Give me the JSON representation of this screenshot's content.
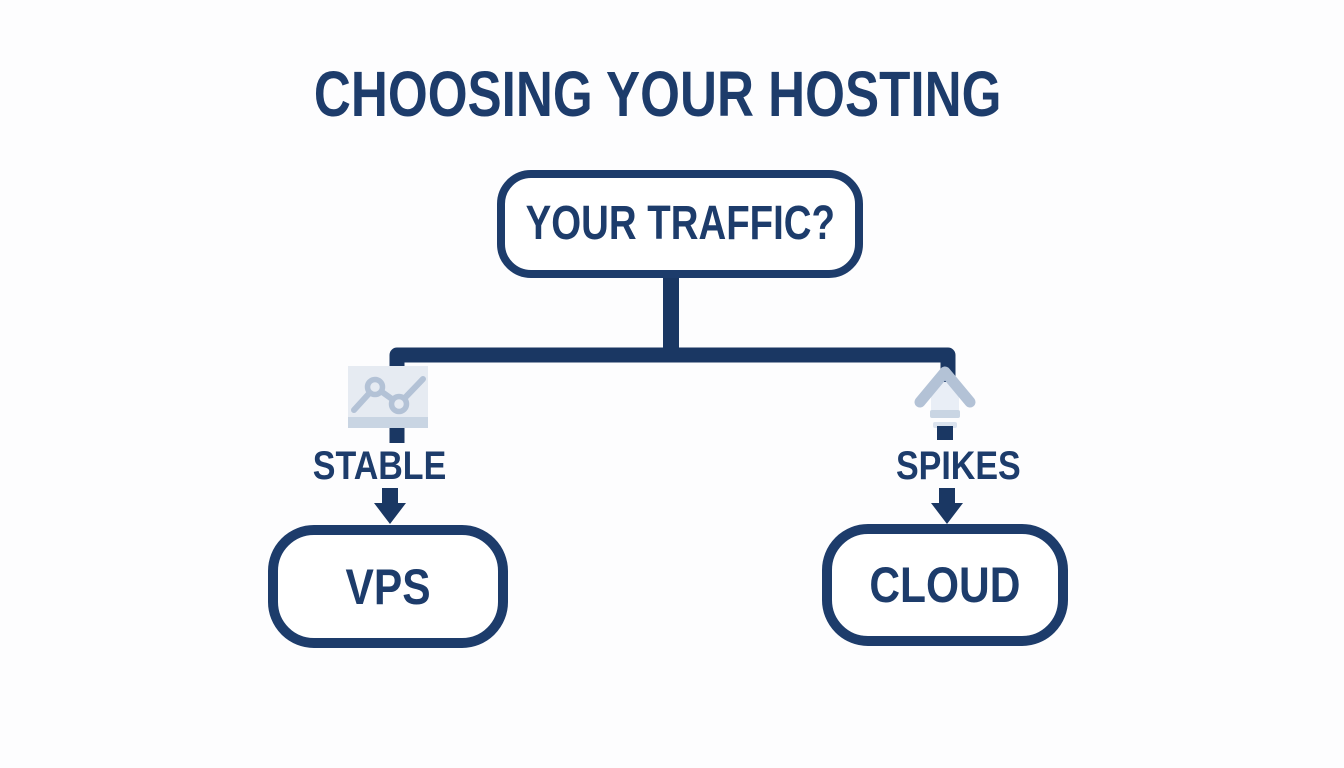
{
  "title": "CHOOSING YOUR HOSTING",
  "root": {
    "label": "YOUR TRAFFIC?"
  },
  "branches": [
    {
      "label": "STABLE",
      "icon": "line-chart-icon",
      "result": "VPS"
    },
    {
      "label": "SPIKES",
      "icon": "spike-arrow-icon",
      "result": "CLOUD"
    }
  ],
  "colors": {
    "navy": "#1d3c6b",
    "line-navy": "#1a3763",
    "icon-panel": "#e6ebf2",
    "icon-stroke": "#b3c2d6",
    "icon-bar": "#c9d5e3",
    "icon-bar-light": "#dbe3ee",
    "icon-body": "#e9eef6",
    "background": "#fdfdfe"
  }
}
